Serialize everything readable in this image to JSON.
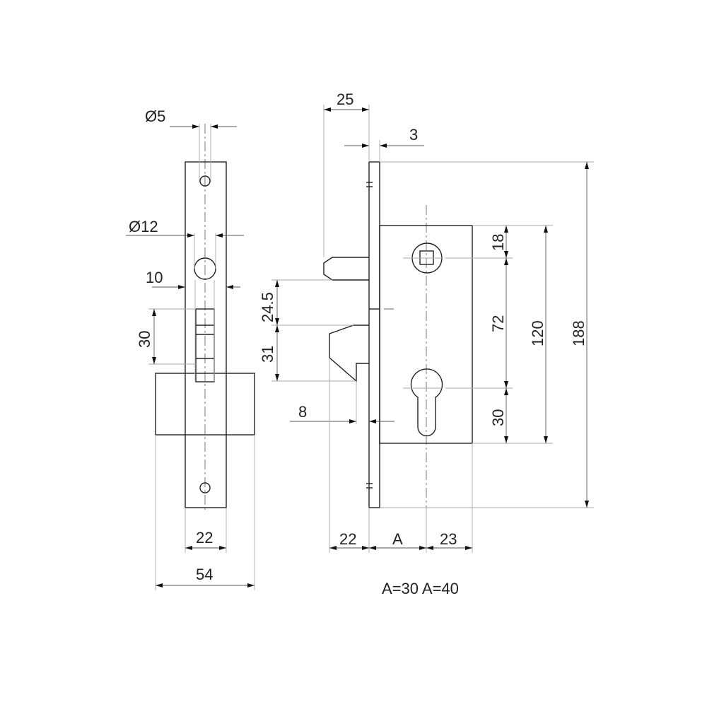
{
  "title": "Mortise hook lock dimension drawing",
  "side_view": {
    "hole_small_dia": "Ø5",
    "hole_large_dia": "Ø12",
    "hole_spacing_width": "10",
    "latch_height": "30",
    "faceplate_width": "22",
    "body_width": "54"
  },
  "front_view": {
    "latch_projection": "25",
    "faceplate_thickness": "3",
    "gap_latch_hook": "24.5",
    "hook_height": "31",
    "hook_offset": "8",
    "spindle_from_top": "18",
    "spindle_to_cylinder": "72",
    "cylinder_to_bottom": "30",
    "body_height": "120",
    "faceplate_height": "188",
    "hook_projection": "22",
    "backset": "A",
    "cylinder_to_back": "23",
    "backset_options": "A=30 A=40"
  },
  "colors": {
    "line": "#222222",
    "thin": "#aaaaaa",
    "background": "#ffffff"
  }
}
